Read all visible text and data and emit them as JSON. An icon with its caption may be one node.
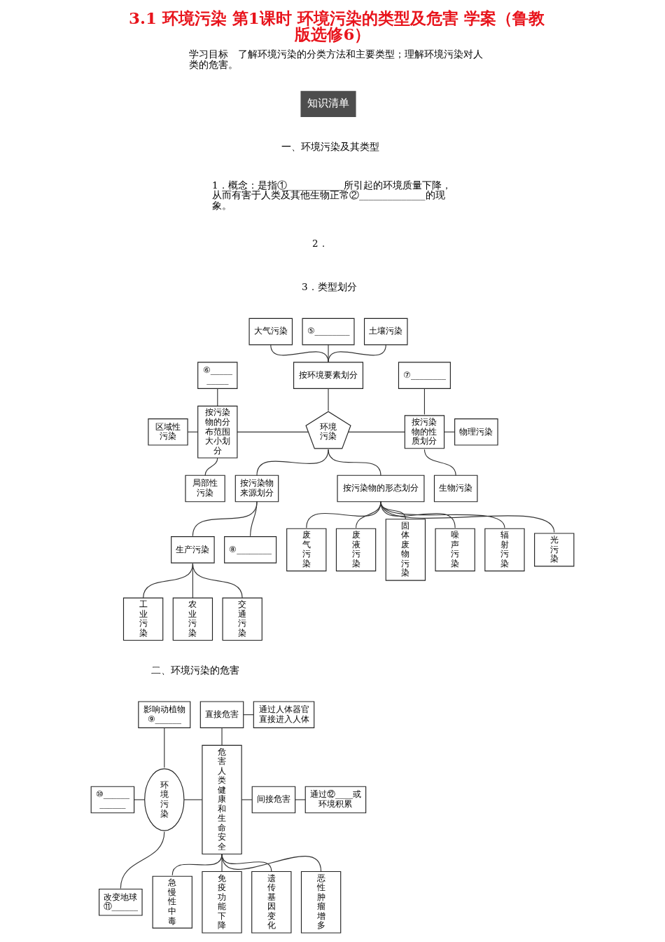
{
  "diagram": {
    "title": "3.1 环境污染 第1课时 环境污染的类型及危害 学案（鲁教版选修6）",
    "nodes": [
      {
        "text": [
          "大气污染"
        ]
      },
      {
        "text": [
          "⑤________"
        ]
      },
      {
        "text": [
          "土壤污染"
        ]
      },
      {
        "text": [
          "按环境要素划分"
        ]
      },
      {
        "text": [
          "⑥__________"
        ]
      },
      {
        "text": [
          "按污染物的分布范围大小划分"
        ]
      },
      {
        "text": [
          "环境污染"
        ]
      },
      {
        "text": [
          "按污染物的性质划分"
        ]
      },
      {
        "text": [
          "⑦________"
        ]
      },
      {
        "text": [
          "区域性污染"
        ]
      },
      {
        "text": [
          "物理污染"
        ]
      },
      {
        "text": [
          "生物污染"
        ]
      },
      {
        "text": [
          "局部性污染"
        ]
      },
      {
        "text": [
          "按污染物来源划分"
        ]
      },
      {
        "text": [
          "按污染物的形态划分"
        ]
      },
      {
        "text": [
          "生产污染"
        ]
      },
      {
        "text": [
          "⑧________"
        ]
      },
      {
        "text": [
          "废气污染"
        ]
      },
      {
        "text": [
          "废液污染"
        ]
      },
      {
        "text": [
          "固体废物污染"
        ]
      },
      {
        "text": [
          "噪声污染"
        ]
      },
      {
        "text": [
          "辐射污染"
        ]
      },
      {
        "text": [
          "光污染"
        ]
      },
      {
        "text": [
          "工业污染"
        ]
      },
      {
        "text": [
          "农业污染"
        ]
      },
      {
        "text": [
          "交通污染"
        ]
      },
      {
        "text": [
          "危害人类健康和生命安全"
        ]
      },
      {
        "text": [
          "影响动植物⑨______"
        ]
      },
      {
        "text": [
          "直接危害"
        ]
      },
      {
        "text": [
          "通过人体器官直接进入人体"
        ]
      },
      {
        "text": [
          "⑩____________"
        ]
      },
      {
        "text": [
          "环境污染"
        ]
      },
      {
        "text": [
          "改变地球⑪______"
        ]
      },
      {
        "text": [
          "间接危害"
        ]
      },
      {
        "text": [
          "通过⑫____或环境积累"
        ]
      },
      {
        "text": [
          "急慢性中毒"
        ]
      },
      {
        "text": [
          "免疫功能下降"
        ]
      },
      {
        "text": [
          "遗传基因变化"
        ]
      },
      {
        "text": [
          "恶性肿瘤增多"
        ]
      }
    ],
    "edges": [
      {
        "from": 0,
        "to": 3,
        "arrow": "none"
      },
      {
        "from": 1,
        "to": 3,
        "arrow": "none"
      },
      {
        "from": 2,
        "to": 3,
        "arrow": "none"
      },
      {
        "from": 3,
        "to": 6,
        "arrow": "none"
      },
      {
        "from": 4,
        "to": 5,
        "arrow": "none"
      },
      {
        "from": 9,
        "to": 5,
        "arrow": "none"
      },
      {
        "from": 5,
        "to": 12,
        "arrow": "none"
      },
      {
        "from": 5,
        "to": 6,
        "arrow": "none"
      },
      {
        "from": 6,
        "to": 7,
        "arrow": "none"
      },
      {
        "from": 8,
        "to": 7,
        "arrow": "none"
      },
      {
        "from": 7,
        "to": 10,
        "arrow": "none"
      },
      {
        "from": 7,
        "to": 11,
        "arrow": "none"
      },
      {
        "from": 6,
        "to": 13,
        "arrow": "none"
      },
      {
        "from": 6,
        "to": 14,
        "arrow": "none"
      },
      {
        "from": 13,
        "to": 15,
        "arrow": "none"
      },
      {
        "from": 13,
        "to": 16,
        "arrow": "none"
      },
      {
        "from": 14,
        "to": 17,
        "arrow": "none"
      },
      {
        "from": 14,
        "to": 18,
        "arrow": "none"
      },
      {
        "from": 14,
        "to": 19,
        "arrow": "none"
      },
      {
        "from": 14,
        "to": 20,
        "arrow": "none"
      },
      {
        "from": 14,
        "to": 21,
        "arrow": "none"
      },
      {
        "from": 14,
        "to": 22,
        "arrow": "none"
      },
      {
        "from": 15,
        "to": 23,
        "arrow": "none"
      },
      {
        "from": 15,
        "to": 24,
        "arrow": "none"
      },
      {
        "from": 15,
        "to": 25,
        "arrow": "none"
      },
      {
        "from": 27,
        "to": 31,
        "arrow": "none"
      },
      {
        "from": 30,
        "to": 31,
        "arrow": "none"
      },
      {
        "from": 31,
        "to": 32,
        "arrow": "none"
      },
      {
        "from": 31,
        "to": 26,
        "arrow": "none"
      },
      {
        "from": 28,
        "to": 26,
        "arrow": "none"
      },
      {
        "from": 28,
        "to": 29,
        "arrow": "none"
      },
      {
        "from": 26,
        "to": 33,
        "arrow": "none"
      },
      {
        "from": 33,
        "to": 34,
        "arrow": "none"
      },
      {
        "from": 26,
        "to": 35,
        "arrow": "none"
      },
      {
        "from": 26,
        "to": 36,
        "arrow": "none"
      },
      {
        "from": 26,
        "to": 37,
        "arrow": "none"
      },
      {
        "from": 26,
        "to": 38,
        "arrow": "none"
      }
    ],
    "labels": [
      "学习目标　了解环境污染的分类方法和主要类型；理解环境污染对人类的危害。",
      "知识清单",
      "一、环境污染及其类型",
      "1．概念：是指①____________所引起的环境质量下降，从而有害于人类及其他生物正常②______________的现象。",
      "2．",
      "3．类型划分",
      "二、环境污染的危害"
    ]
  }
}
